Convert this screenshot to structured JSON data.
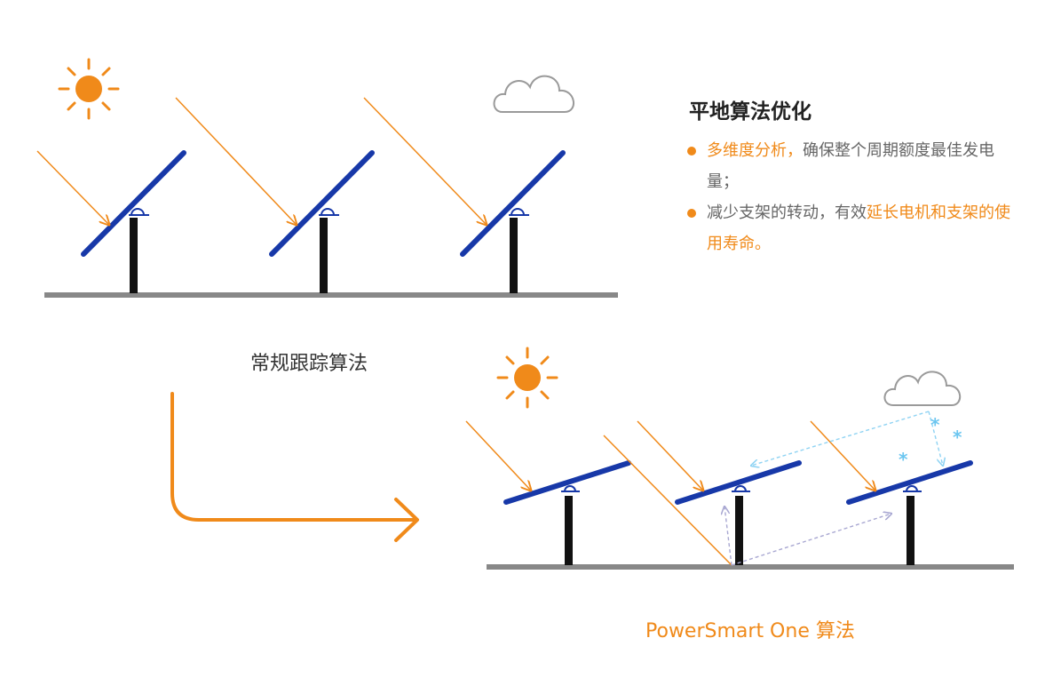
{
  "panel": {
    "title": "平地算法优化",
    "bullet1": {
      "highlight": "多维度分析，",
      "rest": "确保整个周期额度最佳发电量；"
    },
    "bullet2": {
      "text": "减少支架的转动，有效",
      "highlight": "延长电机和支架的使用寿命。"
    }
  },
  "captions": {
    "conventional": "常规跟踪算法",
    "powersmart": "PowerSmart One 算法"
  },
  "colors": {
    "accent": "#f08a1a",
    "panel": "#1738a8",
    "ground": "#888888",
    "post": "#111111",
    "snow": "#6cc6f0",
    "dashed": "#a9a8d2"
  },
  "icons": [
    "sun-icon",
    "cloud-icon",
    "snowflake-icon",
    "arrow-icon"
  ]
}
